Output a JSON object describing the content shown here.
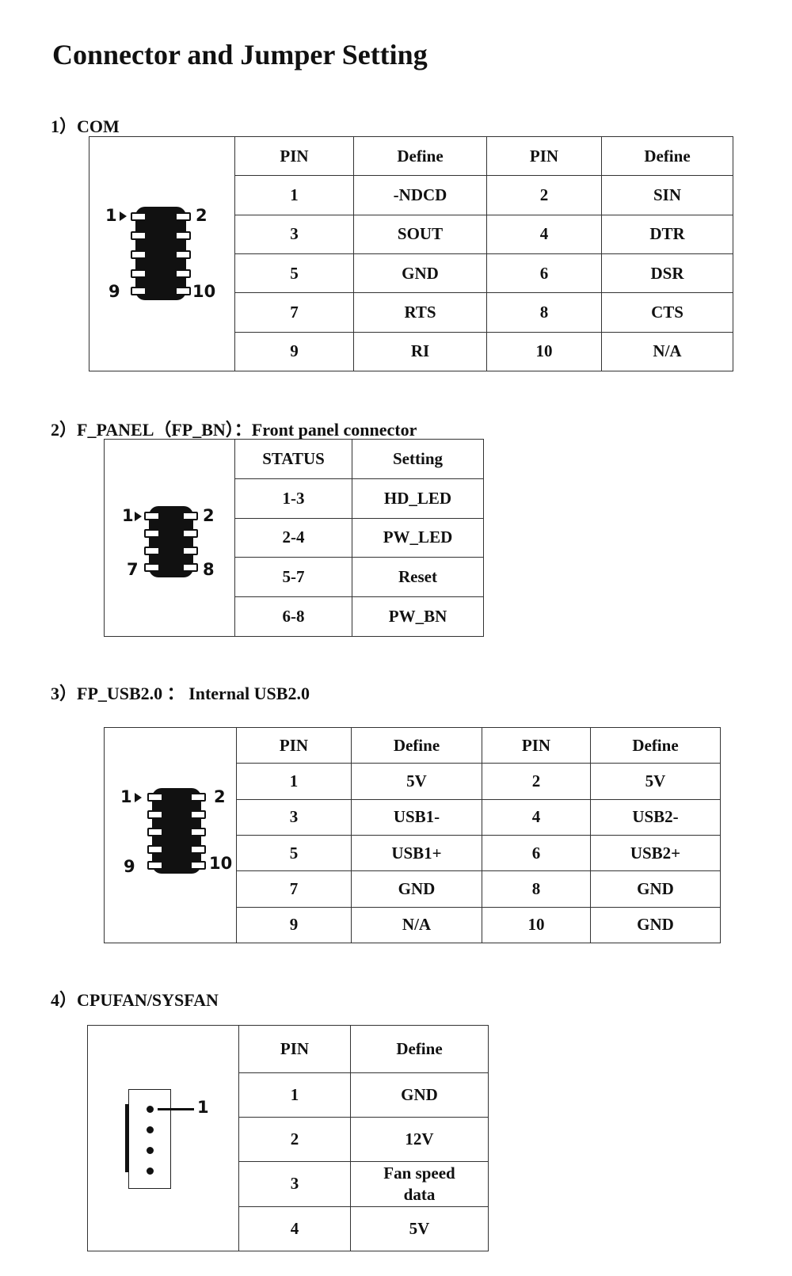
{
  "page": {
    "title": "Connector and Jumper Setting"
  },
  "com": {
    "heading": "1）COM",
    "header": [
      "PIN",
      "Define",
      "PIN",
      "Define"
    ],
    "rows": [
      [
        "1",
        "-NDCD",
        "2",
        "SIN"
      ],
      [
        "3",
        "SOUT",
        "4",
        "DTR"
      ],
      [
        "5",
        "GND",
        "6",
        "DSR"
      ],
      [
        "7",
        "RTS",
        "8",
        "CTS"
      ],
      [
        "9",
        "RI",
        "10",
        "N/A"
      ]
    ],
    "labels": {
      "tl": "1",
      "tr": "2",
      "bl": "9",
      "br": "10"
    }
  },
  "fpanel": {
    "heading": "2）F_PANEL（FP_BN）：Front panel connector",
    "header": [
      "STATUS",
      "Setting"
    ],
    "rows": [
      [
        "1-3",
        "HD_LED"
      ],
      [
        "2-4",
        "PW_LED"
      ],
      [
        "5-7",
        "Reset"
      ],
      [
        "6-8",
        "PW_BN"
      ]
    ],
    "labels": {
      "tl": "1",
      "tr": "2",
      "bl": "7",
      "br": "8"
    }
  },
  "usb": {
    "heading": "3）FP_USB2.0 ： Internal USB2.0",
    "header": [
      "PIN",
      "Define",
      "PIN",
      "Define"
    ],
    "rows": [
      [
        "1",
        "5V",
        "2",
        "5V"
      ],
      [
        "3",
        "USB1-",
        "4",
        "USB2-"
      ],
      [
        "5",
        "USB1+",
        "6",
        "USB2+"
      ],
      [
        "7",
        "GND",
        "8",
        "GND"
      ],
      [
        "9",
        "N/A",
        "10",
        "GND"
      ]
    ],
    "labels": {
      "tl": "1",
      "tr": "2",
      "bl": "9",
      "br": "10"
    }
  },
  "fan": {
    "heading": "4）CPUFAN/SYSFAN",
    "header": [
      "PIN",
      "Define"
    ],
    "rows": [
      [
        "1",
        "GND"
      ],
      [
        "2",
        "12V"
      ],
      [
        "3",
        "Fan speed data"
      ],
      [
        "4",
        "5V"
      ]
    ],
    "labels": {
      "pin1": "1"
    }
  }
}
